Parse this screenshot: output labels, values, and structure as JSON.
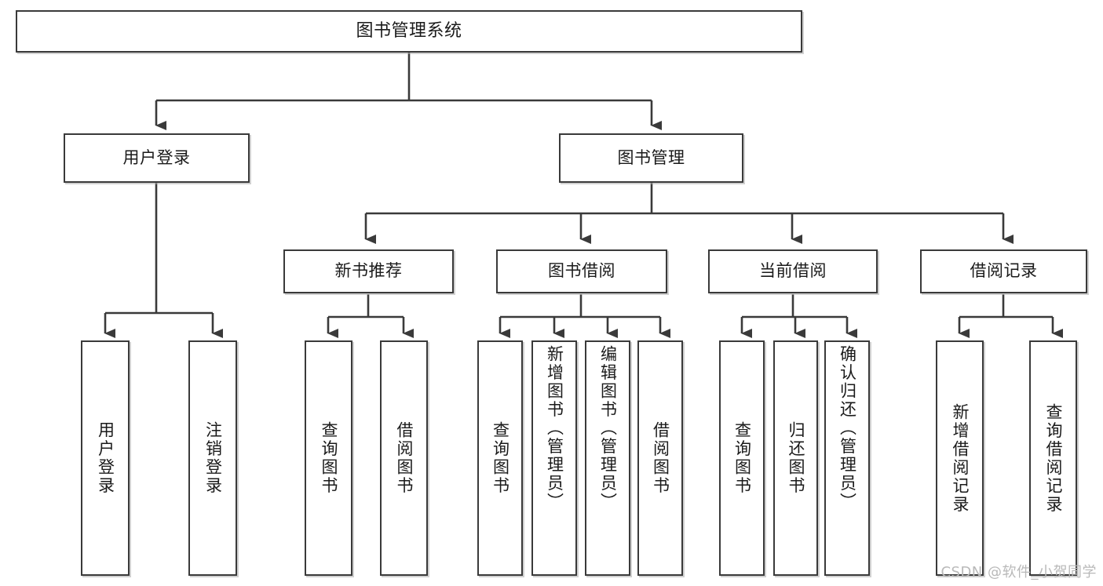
{
  "diagram": {
    "type": "tree-hierarchy",
    "title": "图书管理系统",
    "root": {
      "label": "图书管理系统"
    },
    "level2": [
      {
        "id": "user-login",
        "label": "用户登录"
      },
      {
        "id": "book-manage",
        "label": "图书管理"
      }
    ],
    "level3": [
      {
        "id": "new-book-recommend",
        "label": "新书推荐"
      },
      {
        "id": "book-borrow",
        "label": "图书借阅"
      },
      {
        "id": "current-borrow",
        "label": "当前借阅"
      },
      {
        "id": "borrow-record",
        "label": "借阅记录"
      }
    ],
    "leaves": [
      {
        "id": "leaf-user-login",
        "label": "用户登录",
        "parent": "user-login"
      },
      {
        "id": "leaf-logout-login",
        "label": "注销登录",
        "parent": "user-login"
      },
      {
        "id": "leaf-query-book-1",
        "label": "查询图书",
        "parent": "new-book-recommend"
      },
      {
        "id": "leaf-borrow-book-1",
        "label": "借阅图书",
        "parent": "new-book-recommend"
      },
      {
        "id": "leaf-query-book-2",
        "label": "查询图书",
        "parent": "book-borrow"
      },
      {
        "id": "leaf-add-book",
        "label": "新增图书（管理员）",
        "parent": "book-borrow"
      },
      {
        "id": "leaf-edit-book",
        "label": "编辑图书（管理员）",
        "parent": "book-borrow"
      },
      {
        "id": "leaf-borrow-book-2",
        "label": "借阅图书",
        "parent": "book-borrow"
      },
      {
        "id": "leaf-query-book-3",
        "label": "查询图书",
        "parent": "current-borrow"
      },
      {
        "id": "leaf-return-book",
        "label": "归还图书",
        "parent": "current-borrow"
      },
      {
        "id": "leaf-confirm-return",
        "label": "确认归还（管理员）",
        "parent": "current-borrow"
      },
      {
        "id": "leaf-add-record",
        "label": "新增借阅记录",
        "parent": "borrow-record"
      },
      {
        "id": "leaf-query-record",
        "label": "查询借阅记录",
        "parent": "borrow-record"
      }
    ],
    "colors": {
      "box_border": "#3a3a3a",
      "box_fill": "#ffffff",
      "connector": "#3a3a3a",
      "background": "#ffffff",
      "watermark": "#b9b9b9"
    }
  },
  "watermark": {
    "text": "CSDN @软件_小贺同学"
  }
}
